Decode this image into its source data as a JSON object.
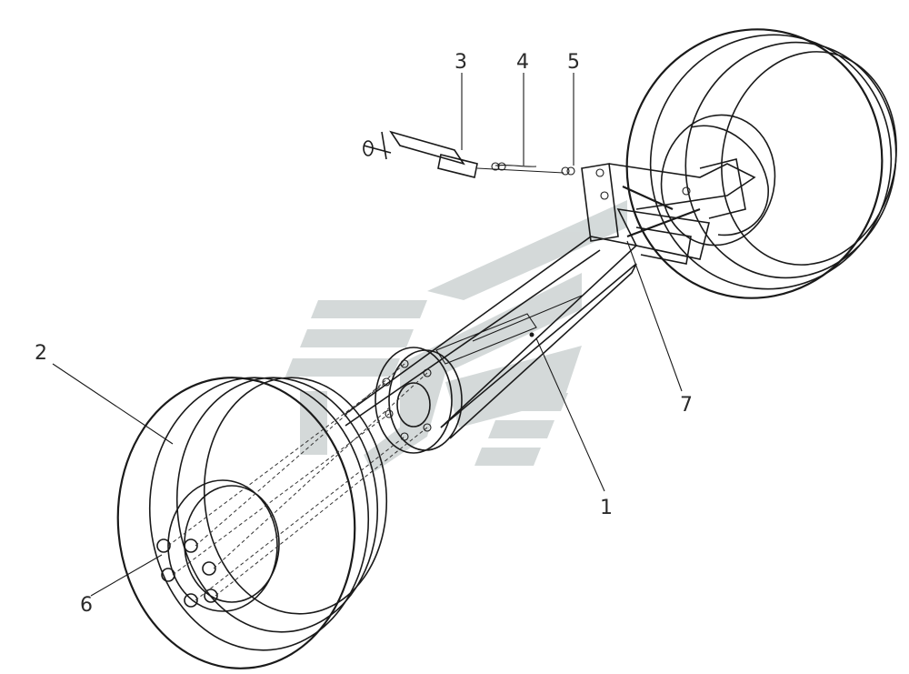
{
  "callouts": [
    {
      "id": "1",
      "label": "1"
    },
    {
      "id": "2",
      "label": "2"
    },
    {
      "id": "3",
      "label": "3"
    },
    {
      "id": "4",
      "label": "4"
    },
    {
      "id": "5",
      "label": "5"
    },
    {
      "id": "6",
      "label": "6"
    },
    {
      "id": "7",
      "label": "7"
    }
  ],
  "watermark": {
    "color": "#c8cfcf"
  }
}
